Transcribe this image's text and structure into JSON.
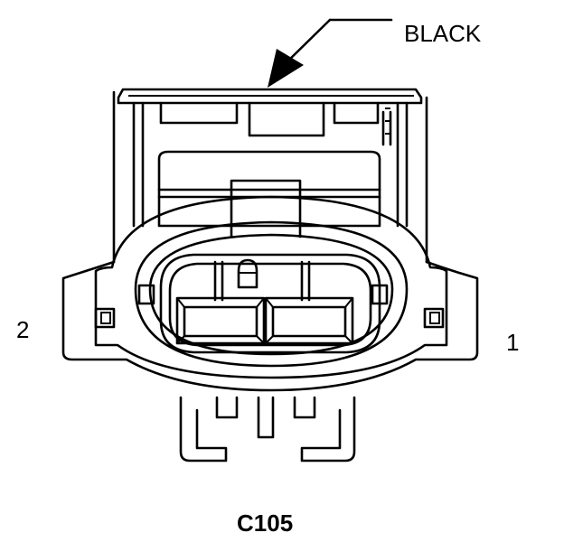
{
  "diagram": {
    "color_label": "BLACK",
    "pin_left": "2",
    "pin_right": "1",
    "connector_id": "C105",
    "colors": {
      "line": "#000000",
      "background": "#ffffff"
    }
  }
}
